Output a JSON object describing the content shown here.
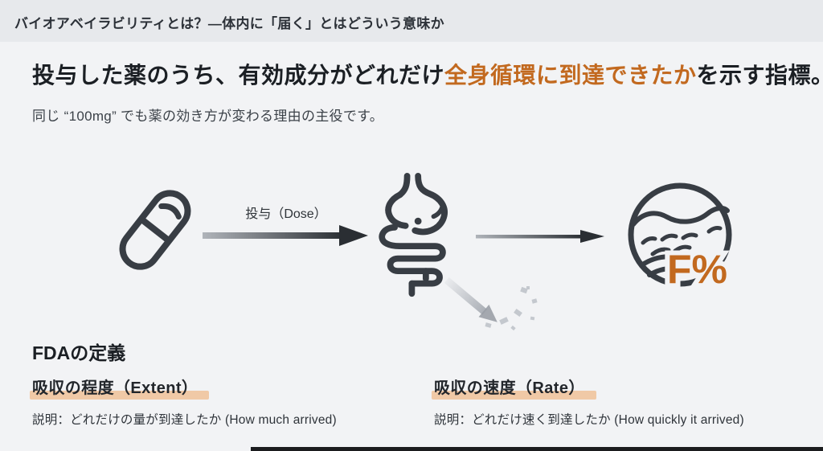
{
  "page": {
    "kicker": "バイオアベイラビリティとは？―体内に「届く」とはどういう意味か",
    "title": {
      "pre": "投与した薬のうち、有効成分がどれだけ",
      "highlight": "全身循環に到達できたか",
      "post": "を示す指標。"
    },
    "subtitle": "同じ “100mg” でも薬の効き方が変わる理由の主役です。"
  },
  "diagram": {
    "dose_arrow_label": "投与（Dose）",
    "result_label": "F%",
    "icons": [
      "capsule-icon",
      "gi-tract-icon",
      "circulation-icon"
    ]
  },
  "definition": {
    "heading": "FDAの定義",
    "items": [
      {
        "term": "吸収の程度（Extent）",
        "description": "説明：どれだけの量が到達したか (How much arrived)"
      },
      {
        "term": "吸収の速度（Rate）",
        "description": "説明：どれだけ速く到達したか (How quickly it arrived)"
      }
    ]
  },
  "colors": {
    "accent_orange": "#C2691F",
    "highlight_peach": "#F0C9A6",
    "text_dark": "#1B1F24",
    "icon_stroke": "#383D44",
    "page_background": "#E7E9EC",
    "content_background": "#F2F3F5"
  }
}
